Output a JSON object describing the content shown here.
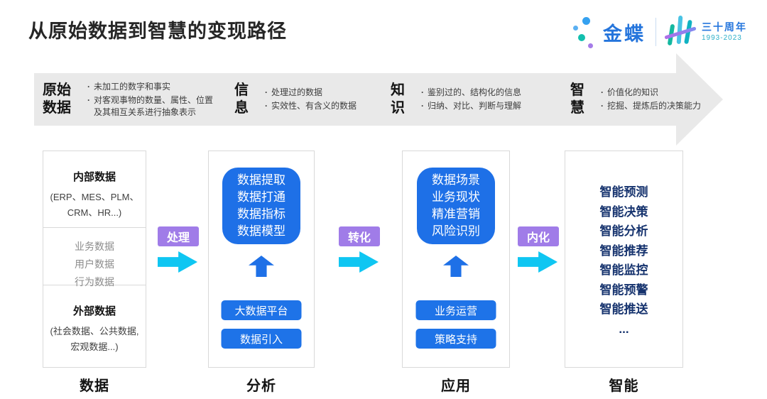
{
  "page": {
    "title": "从原始数据到智慧的变现路径"
  },
  "logo": {
    "brand": "金蝶",
    "anniversary": "三十周年",
    "years": "1993-2023"
  },
  "banner": {
    "stages": [
      {
        "title": [
          "原始",
          "数据"
        ],
        "bullets": [
          "未加工的数字和事实",
          "对客观事物的数量、属性、位置及其相互关系进行抽象表示"
        ]
      },
      {
        "title": [
          "信",
          "息"
        ],
        "bullets": [
          "处理过的数据",
          "实效性、有含义的数据"
        ]
      },
      {
        "title": [
          "知",
          "识"
        ],
        "bullets": [
          "鉴别过的、结构化的信息",
          "归纳、对比、判断与理解"
        ]
      },
      {
        "title": [
          "智",
          "慧"
        ],
        "bullets": [
          "价值化的知识",
          "挖掘、提炼后的决策能力"
        ]
      }
    ]
  },
  "columns": [
    {
      "footer": "数据",
      "sections": [
        {
          "heading": "内部数据",
          "sub": "(ERP、MES、PLM、\nCRM、HR...)"
        },
        {
          "items": [
            "业务数据",
            "用户数据",
            "行为数据"
          ]
        },
        {
          "heading": "外部数据",
          "sub": "(社会数据、公共数据,\n宏观数据...)"
        }
      ]
    },
    {
      "footer": "分析",
      "box_lines": [
        "数据提取",
        "数据打通",
        "数据指标",
        "数据模型"
      ],
      "buttons": [
        "大数据平台",
        "数据引入"
      ]
    },
    {
      "footer": "应用",
      "box_lines": [
        "数据场景",
        "业务现状",
        "精准营销",
        "风险识别"
      ],
      "buttons": [
        "业务运营",
        "策略支持"
      ]
    },
    {
      "footer": "智能",
      "items": [
        "智能预测",
        "智能决策",
        "智能分析",
        "智能推荐",
        "智能监控",
        "智能预警",
        "智能推送",
        "..."
      ]
    }
  ],
  "connectors": [
    {
      "label": "处理"
    },
    {
      "label": "转化"
    },
    {
      "label": "内化"
    }
  ],
  "colors": {
    "primary_blue": "#1e70e7",
    "cyan_arrow": "#0fc6f2",
    "purple_label": "#a07ce8",
    "navy_text": "#16336e",
    "banner_gray": "#e9e9e9",
    "border_gray": "#d9d9d9",
    "brand_blue": "#2575dc",
    "brand_teal": "#12bfae"
  }
}
